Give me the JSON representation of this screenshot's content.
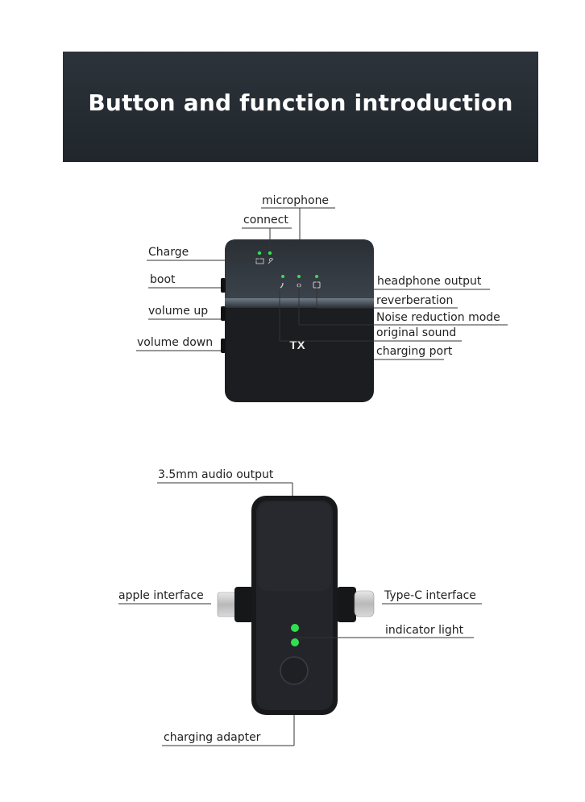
{
  "banner": {
    "title": "Button and function introduction"
  },
  "receiver": {
    "mark": "TX",
    "labels": {
      "microphone": "microphone",
      "connect": "connect",
      "charge": "Charge",
      "boot": "boot",
      "volume_up": "volume up",
      "volume_down": "volume down",
      "headphone_output": "headphone output",
      "reverberation": "reverberation",
      "noise_reduction_mode": "Noise reduction mode",
      "original_sound": "original sound",
      "charging_port": "charging port"
    }
  },
  "transmitter": {
    "labels": {
      "audio_output": "3.5mm audio output",
      "apple_interface": "apple interface",
      "type_c_interface": "Type-C interface",
      "indicator_light": "indicator light",
      "charging_adapter": "charging adapter"
    }
  },
  "colors": {
    "banner": "#23292f",
    "device": "#1c1e21",
    "led": "#2ee24f"
  }
}
